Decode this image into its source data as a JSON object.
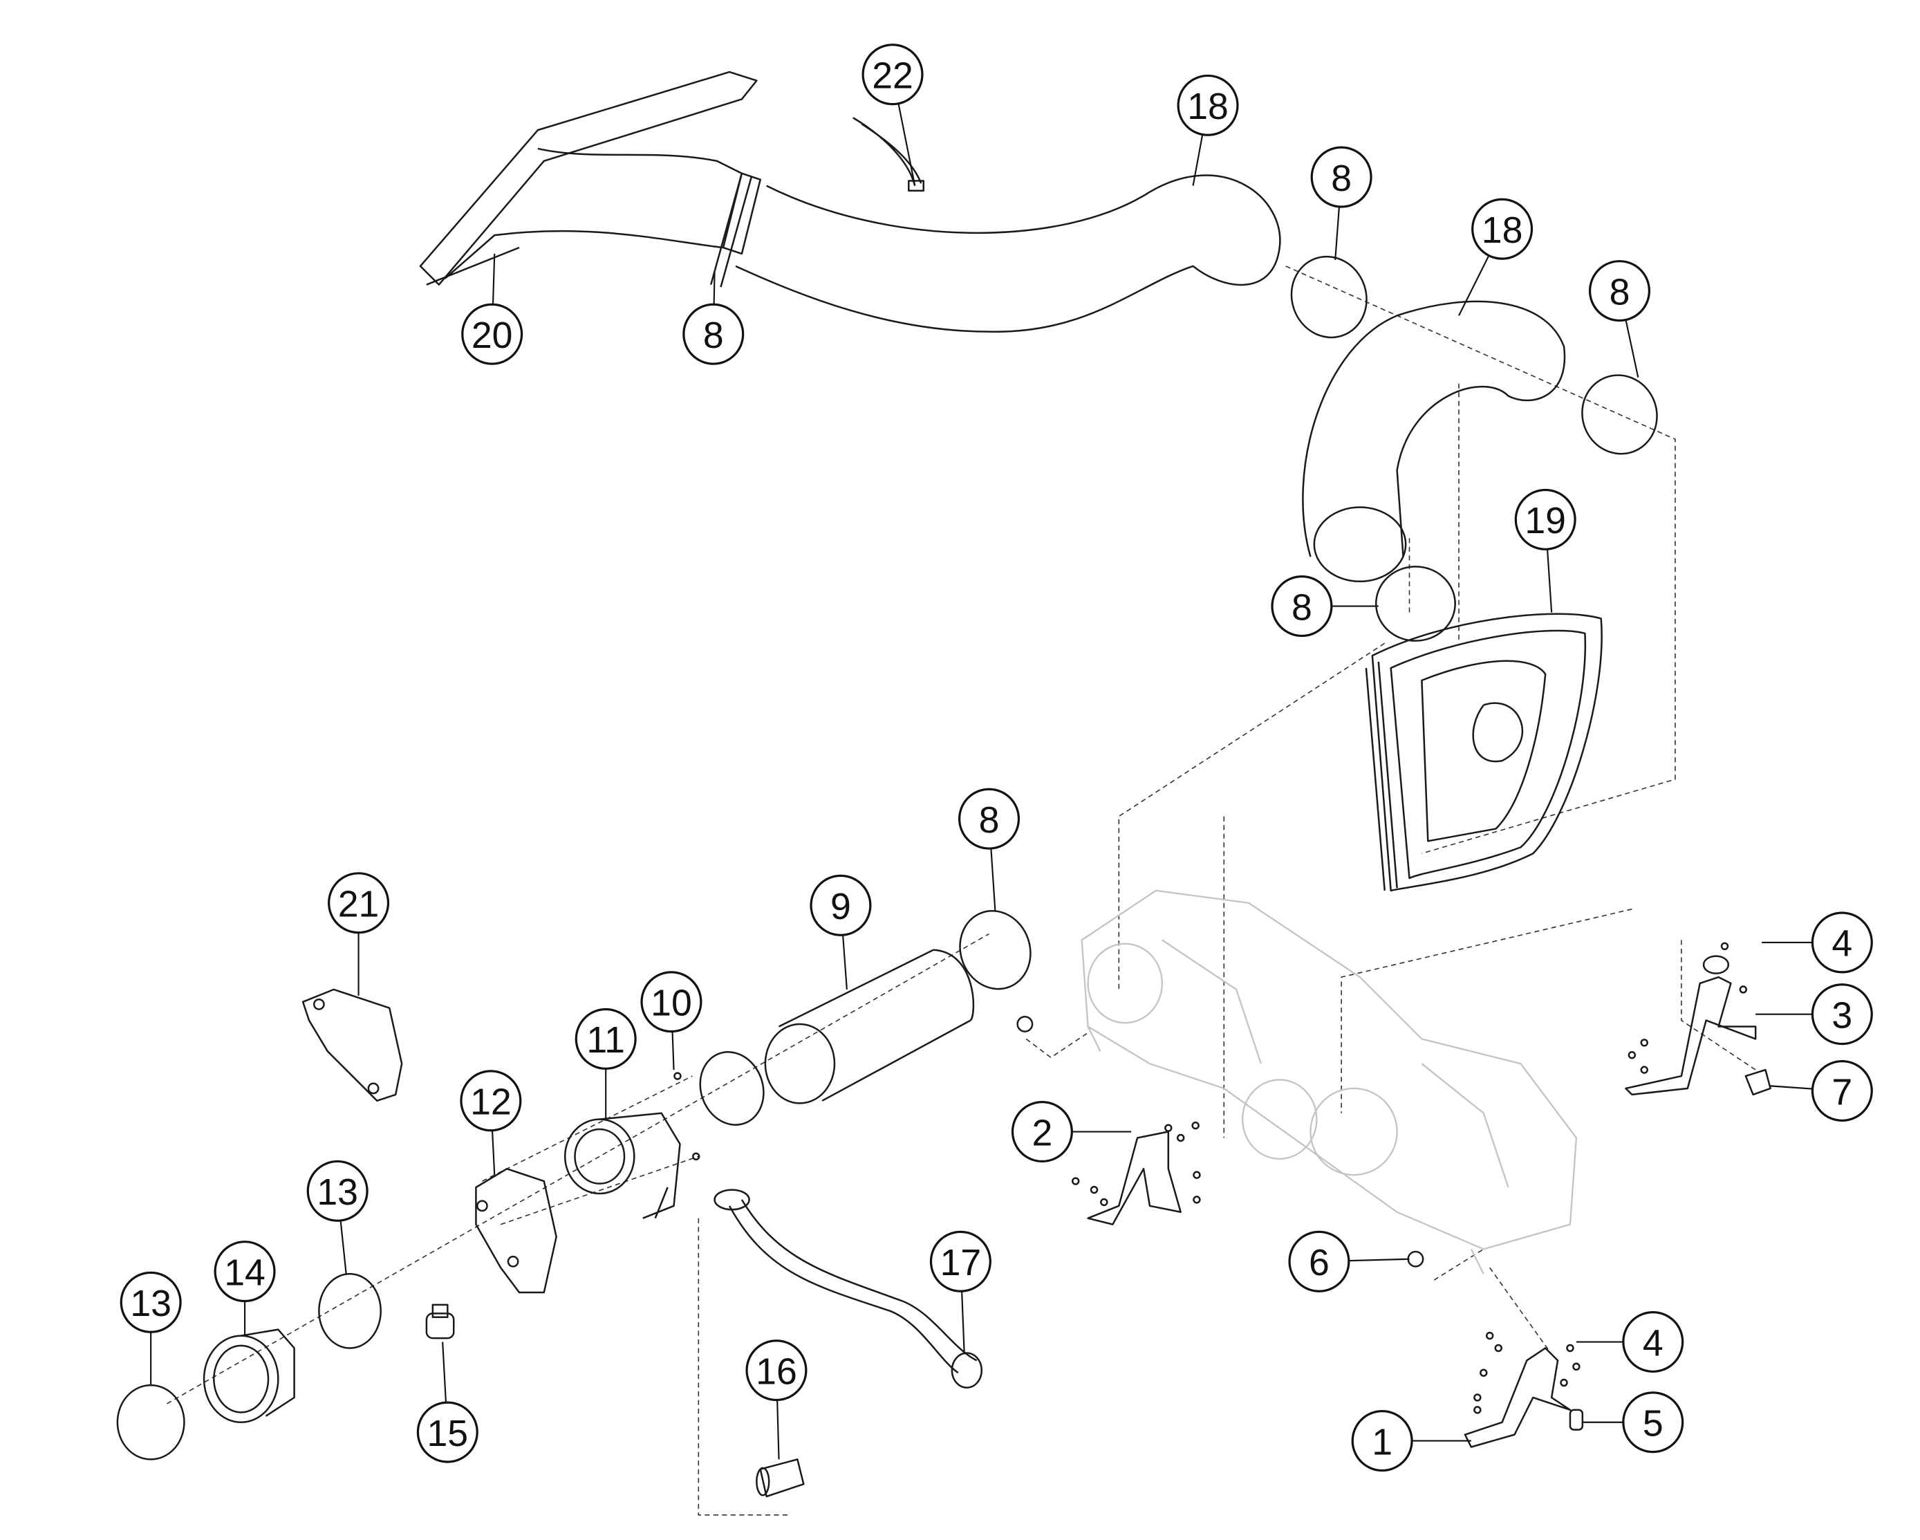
{
  "diagram": {
    "callouts": [
      "22",
      "18",
      "8",
      "18",
      "8",
      "20",
      "8",
      "19",
      "8",
      "8",
      "9",
      "21",
      "4",
      "10",
      "3",
      "11",
      "12",
      "7",
      "2",
      "13",
      "14",
      "6",
      "17",
      "13",
      "4",
      "16",
      "15",
      "5",
      "1"
    ]
  }
}
